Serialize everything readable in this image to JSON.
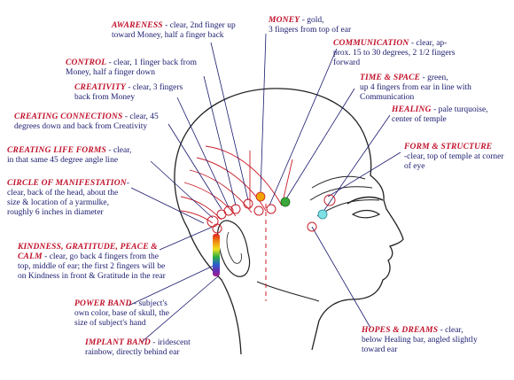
{
  "labels": {
    "awareness": {
      "name": "AWARENESS",
      "desc1": " - clear, 2nd finger up",
      "desc2": "toward Money, half a finger back"
    },
    "money": {
      "name": "MONEY",
      "desc1": " - gold,",
      "desc2": "3 fingers from top of ear"
    },
    "control": {
      "name": "CONTROL",
      "desc1": " - clear, 1 finger back from",
      "desc2": "Money, half a finger down"
    },
    "communication": {
      "name": "COMMUNICATION",
      "desc1": " - clear, ap-",
      "desc2": "prox. 15 to 30 degrees, 2 1/2 fingers",
      "desc3": "forward"
    },
    "creativity": {
      "name": "CREATIVITY",
      "desc1": " - clear, 3 fingers",
      "desc2": "back from Money"
    },
    "time_space": {
      "name": "TIME & SPACE",
      "desc1": " - green,",
      "desc2": "up 4 fingers from ear in line with",
      "desc3": "Communication"
    },
    "creating_connections": {
      "name": "CREATING CONNECTIONS",
      "desc1": " - clear, 45",
      "desc2": "degrees down and back from Creativity"
    },
    "healing": {
      "name": "Healing",
      "desc1": " - pale turquoise,",
      "desc2": "center of temple"
    },
    "creating_life_forms": {
      "name": "CREATING LIFE FORMS",
      "desc1": " - clear,",
      "desc2": "in that same 45 degree angle line"
    },
    "form_structure": {
      "name": "FORM & STRUCTURE",
      "desc1": "",
      "desc2": "-clear, top of temple at corner",
      "desc3": "of eye"
    },
    "circle_manifestation": {
      "name": "CIRCLE OF MANIFESTATION",
      "desc1": "-",
      "desc2": "clear, back of the head, about the",
      "desc3": "size & location of a yarmulke,",
      "desc4": "roughly 6 inches in diameter"
    },
    "kindness": {
      "name": "KINDNESS, GRATITUDE, PEACE &",
      "name2": "CALM",
      "desc1": " - clear, go back 4 fingers from the",
      "desc2": "top, middle of ear; the first 2 fingers will be",
      "desc3": "on Kindness in front & Gratitude in the rear"
    },
    "power_band": {
      "name": "POWER BAND",
      "desc1": " - subject's",
      "desc2": "own color, base of skull, the",
      "desc3": "size of subject's hand"
    },
    "hopes_dreams": {
      "name": "HOPES & DREAMS",
      "desc1": " - clear,",
      "desc2": "below Healing bar, angled slightly",
      "desc3": "toward ear"
    },
    "implant_band": {
      "name": "IMPLANT BAND",
      "desc1": " - iridescent",
      "desc2": "rainbow, directly behind ear"
    }
  },
  "colors": {
    "text": "#1a1a6e",
    "label_name": "#c0102a",
    "outline": "#222222",
    "leader": "#1a1a6e",
    "red_lines": "#c81e2a",
    "money_dot": "#f0a400",
    "time_space_dot": "#3aa83a",
    "healing_dot": "#7fe0e6"
  }
}
